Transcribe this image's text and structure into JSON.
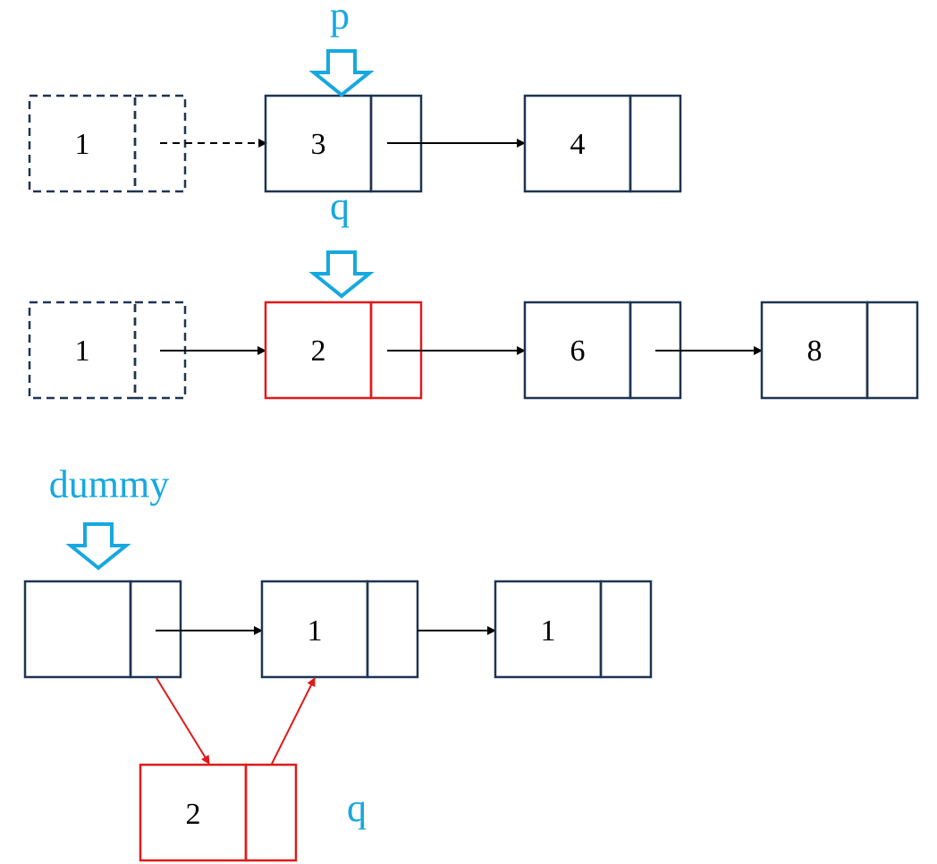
{
  "colors": {
    "node_border": "#1f3452",
    "highlight": "#e11a1a",
    "pointer": "#16a8e0",
    "link": "#000000",
    "new_link": "#e11a1a"
  },
  "icons": {
    "pointer_arrow": "down-arrow-icon",
    "link_arrow": "arrow-right-icon"
  },
  "list_p": {
    "nodes": [
      {
        "value": "1",
        "state": "dashed"
      },
      {
        "value": "3",
        "state": "normal"
      },
      {
        "value": "4",
        "state": "normal"
      }
    ],
    "pointer_label": "p"
  },
  "list_q": {
    "nodes": [
      {
        "value": "1",
        "state": "dashed"
      },
      {
        "value": "2",
        "state": "highlighted"
      },
      {
        "value": "6",
        "state": "normal"
      },
      {
        "value": "8",
        "state": "normal"
      }
    ],
    "pointer_label": "q"
  },
  "result_list": {
    "pointer_label": "dummy",
    "nodes": [
      {
        "value": "",
        "state": "normal"
      },
      {
        "value": "1",
        "state": "normal"
      },
      {
        "value": "1",
        "state": "normal"
      }
    ],
    "inserted_node": {
      "value": "2",
      "state": "highlighted"
    },
    "inserted_label": "q"
  }
}
